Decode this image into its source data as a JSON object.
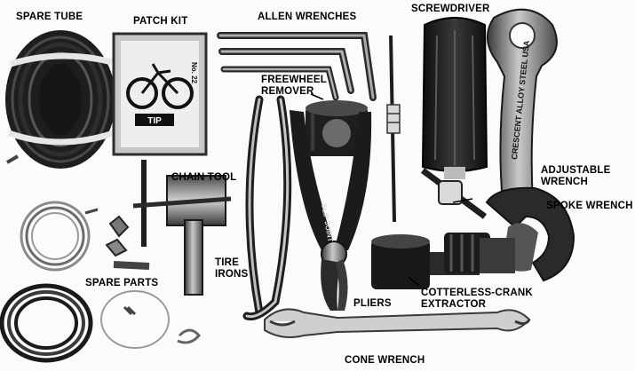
{
  "labels": {
    "spare_tube": "SPARE TUBE",
    "patch_kit": "PATCH KIT",
    "allen_wrenches": "ALLEN WRENCHES",
    "screwdriver": "SCREWDRIVER",
    "freewheel_remover": [
      "FREEWHEEL",
      "REMOVER"
    ],
    "chain_tool": "CHAIN TOOL",
    "adjustable_wrench": [
      "ADJUSTABLE",
      "WRENCH"
    ],
    "spoke_wrench": "SPOKE WRENCH",
    "tire_irons": [
      "TIRE",
      "IRONS"
    ],
    "spare_parts": "SPARE PARTS",
    "pliers": "PLIERS",
    "cotterless_crank_extractor": [
      "COTTERLESS-CRANK",
      "EXTRACTOR"
    ],
    "cone_wrench": "CONE WRENCH"
  },
  "patch_kit_box": {
    "brand_mark": "TIP",
    "model": "No. 22"
  },
  "adjustable_wrench_engraving": "CRESCENT ALLOY STEEL USA",
  "pliers_engraving": "SLIP JOINT",
  "colors": {
    "background": "#fbfbfb",
    "tool_dark": "#1b1b1b",
    "tool_mid": "#6a6a6a",
    "tool_light": "#bdbdbd",
    "label_text": "#000000"
  }
}
